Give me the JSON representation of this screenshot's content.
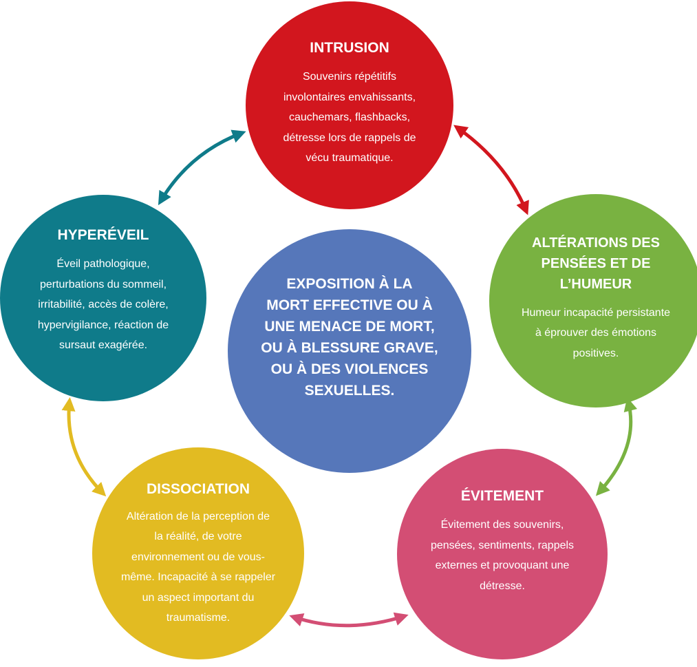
{
  "diagram": {
    "center": {
      "lines": [
        "EXPOSITION À LA",
        "MORT EFFECTIVE OU À",
        "UNE MENACE DE MORT,",
        "OU À BLESSURE GRAVE,",
        "OU À DES VIOLENCES",
        "SEXUELLES."
      ],
      "color": "#5677BA"
    },
    "nodes": {
      "intrusion": {
        "title_lines": [
          "INTRUSION"
        ],
        "body_lines": [
          "Souvenirs répétitifs",
          "involontaires envahissants,",
          "cauchemars, flashbacks,",
          "détresse lors de rappels de",
          "vécu traumatique."
        ],
        "color": "#D2161E"
      },
      "alterations": {
        "title_lines": [
          "ALTÉRATIONS DES",
          "PENSÉES ET DE",
          "L’HUMEUR"
        ],
        "body_lines": [
          "Humeur incapacité persistante",
          "à éprouver des émotions",
          "positives."
        ],
        "color": "#79B241"
      },
      "evitement": {
        "title_lines": [
          "ÉVITEMENT"
        ],
        "body_lines": [
          "Évitement des souvenirs,",
          "pensées, sentiments, rappels",
          "externes et provoquant une",
          "détresse."
        ],
        "color": "#D34E74"
      },
      "dissociation": {
        "title_lines": [
          "DISSOCIATION"
        ],
        "body_lines": [
          "Altération de la perception de",
          "la réalité, de votre",
          "environnement ou de vous-",
          "même. Incapacité à se rappeler",
          "un aspect important du",
          "traumatisme."
        ],
        "color": "#E2BB22"
      },
      "hypereveil": {
        "title_lines": [
          "HYPERÉVEIL"
        ],
        "body_lines": [
          "Éveil pathologique,",
          "perturbations du sommeil,",
          "irritabilité, accès de colère,",
          "hypervigilance, réaction de",
          "sursaut exagérée."
        ],
        "color": "#0F7B8A"
      }
    },
    "arrows": [
      {
        "name": "hypereveil-intrusion",
        "color": "#0F7B8A"
      },
      {
        "name": "intrusion-alterations",
        "color": "#D2161E"
      },
      {
        "name": "alterations-evitement",
        "color": "#79B241"
      },
      {
        "name": "evitement-dissociation",
        "color": "#D34E74"
      },
      {
        "name": "dissociation-hypereveil",
        "color": "#E2BB22"
      }
    ]
  }
}
